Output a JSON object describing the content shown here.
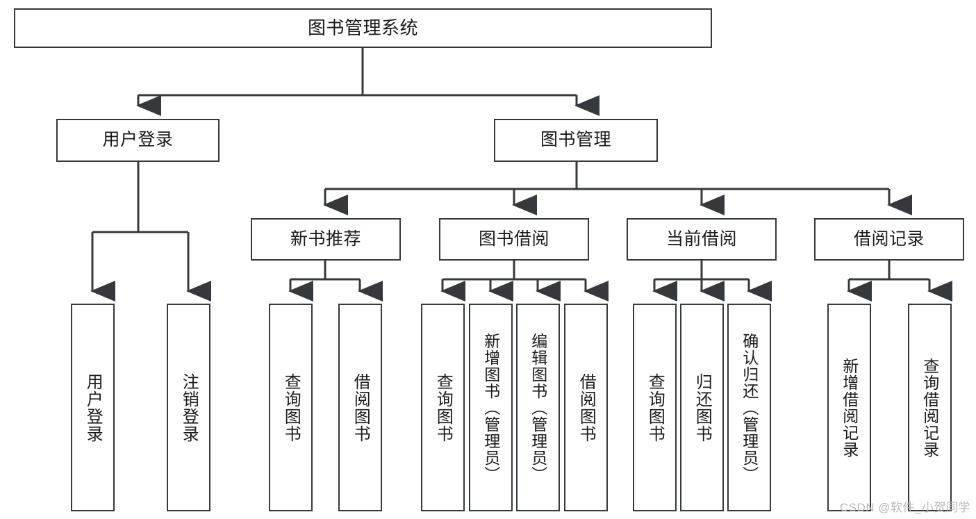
{
  "diagram": {
    "title": "图书管理系统",
    "type": "tree-hierarchy-chart",
    "stroke_color": "#35383c",
    "fill_color": "#ffffff",
    "text_color": "#1b1b1b"
  },
  "nodes": {
    "root": {
      "label": "图书管理系统"
    },
    "level1": [
      {
        "label": "用户登录"
      },
      {
        "label": "图书管理"
      }
    ],
    "level2": [
      {
        "label": "新书推荐"
      },
      {
        "label": "图书借阅"
      },
      {
        "label": "当前借阅"
      },
      {
        "label": "借阅记录"
      }
    ],
    "leaves": {
      "user_login": [
        {
          "label": "用户登录"
        },
        {
          "label": "注销登录"
        }
      ],
      "new_book_recommend": [
        {
          "label": "查询图书"
        },
        {
          "label": "借阅图书"
        }
      ],
      "book_borrow": [
        {
          "label": "查询图书"
        },
        {
          "label": "新增图书（管理员）"
        },
        {
          "label": "编辑图书（管理员）"
        },
        {
          "label": "借阅图书"
        }
      ],
      "current_borrow": [
        {
          "label": "查询图书"
        },
        {
          "label": "归还图书"
        },
        {
          "label": "确认归还（管理员）"
        }
      ],
      "borrow_record": [
        {
          "label": "新增借阅记录"
        },
        {
          "label": "查询借阅记录"
        }
      ]
    }
  },
  "watermark": {
    "text": "CSDN @软件_小贺同学"
  }
}
